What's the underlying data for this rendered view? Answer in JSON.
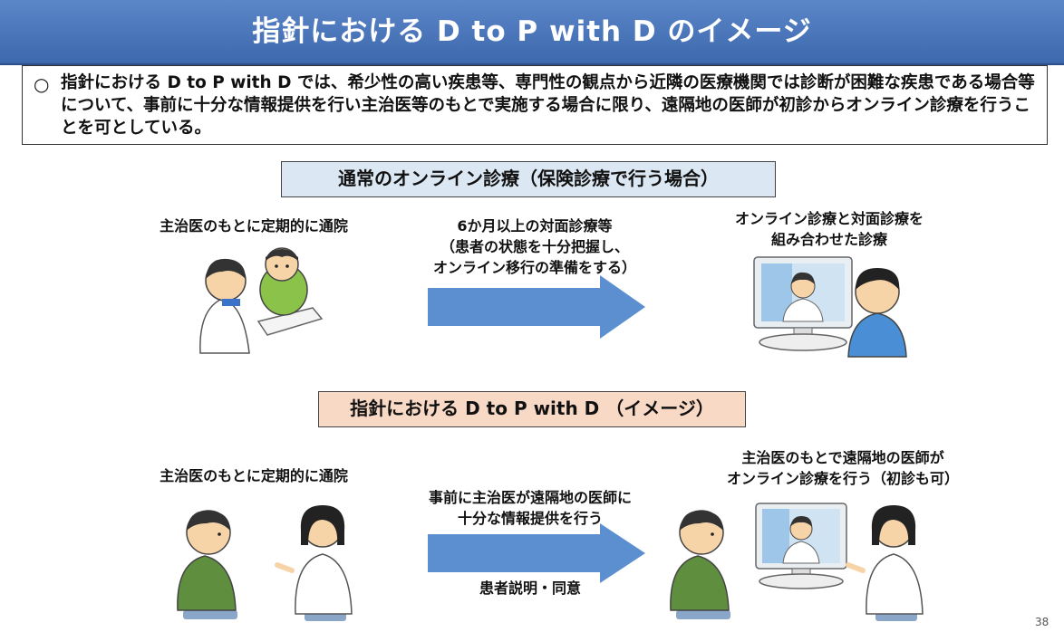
{
  "header": {
    "title": "指針における D to P with D のイメージ"
  },
  "notice": {
    "bullet": "○",
    "text": "指針における D to P with D では、希少性の高い疾患等、専門性の観点から近隣の医療機関では診断が困難な疾患である場合等について、事前に十分な情報提供を行い主治医等のもとで実施する場合に限り、遠隔地の医師が初診からオンライン診療を行うことを可としている。"
  },
  "section_normal": {
    "title": "通常のオンライン診療（保険診療で行う場合）",
    "left_label": "主治医のもとに定期的に通院",
    "arrow_label_line1": "6か月以上の対面診療等",
    "arrow_label_line2": "（患者の状態を十分把握し、",
    "arrow_label_line3": "オンライン移行の準備をする）",
    "right_label_line1": "オンライン診療と対面診療を",
    "right_label_line2": "組み合わせた診療"
  },
  "section_dtopwithd": {
    "title": "指針における D to P with D （イメージ）",
    "left_label": "主治医のもとに定期的に通院",
    "arrow_label_line1": "事前に主治医が遠隔地の医師に",
    "arrow_label_line2": "十分な情報提供を行う",
    "arrow_bottom_label": "患者説明・同意",
    "right_label_line1": "主治医のもとで遠隔地の医師が",
    "right_label_line2": "オンライン診療を行う（初診も可）"
  },
  "page_number": "38",
  "colors": {
    "title_bar": "#3d68ad",
    "section_normal_bg": "#dbe7f2",
    "section_dtopwithd_bg": "#f8d9c6",
    "arrow": "#5b8fd0"
  }
}
